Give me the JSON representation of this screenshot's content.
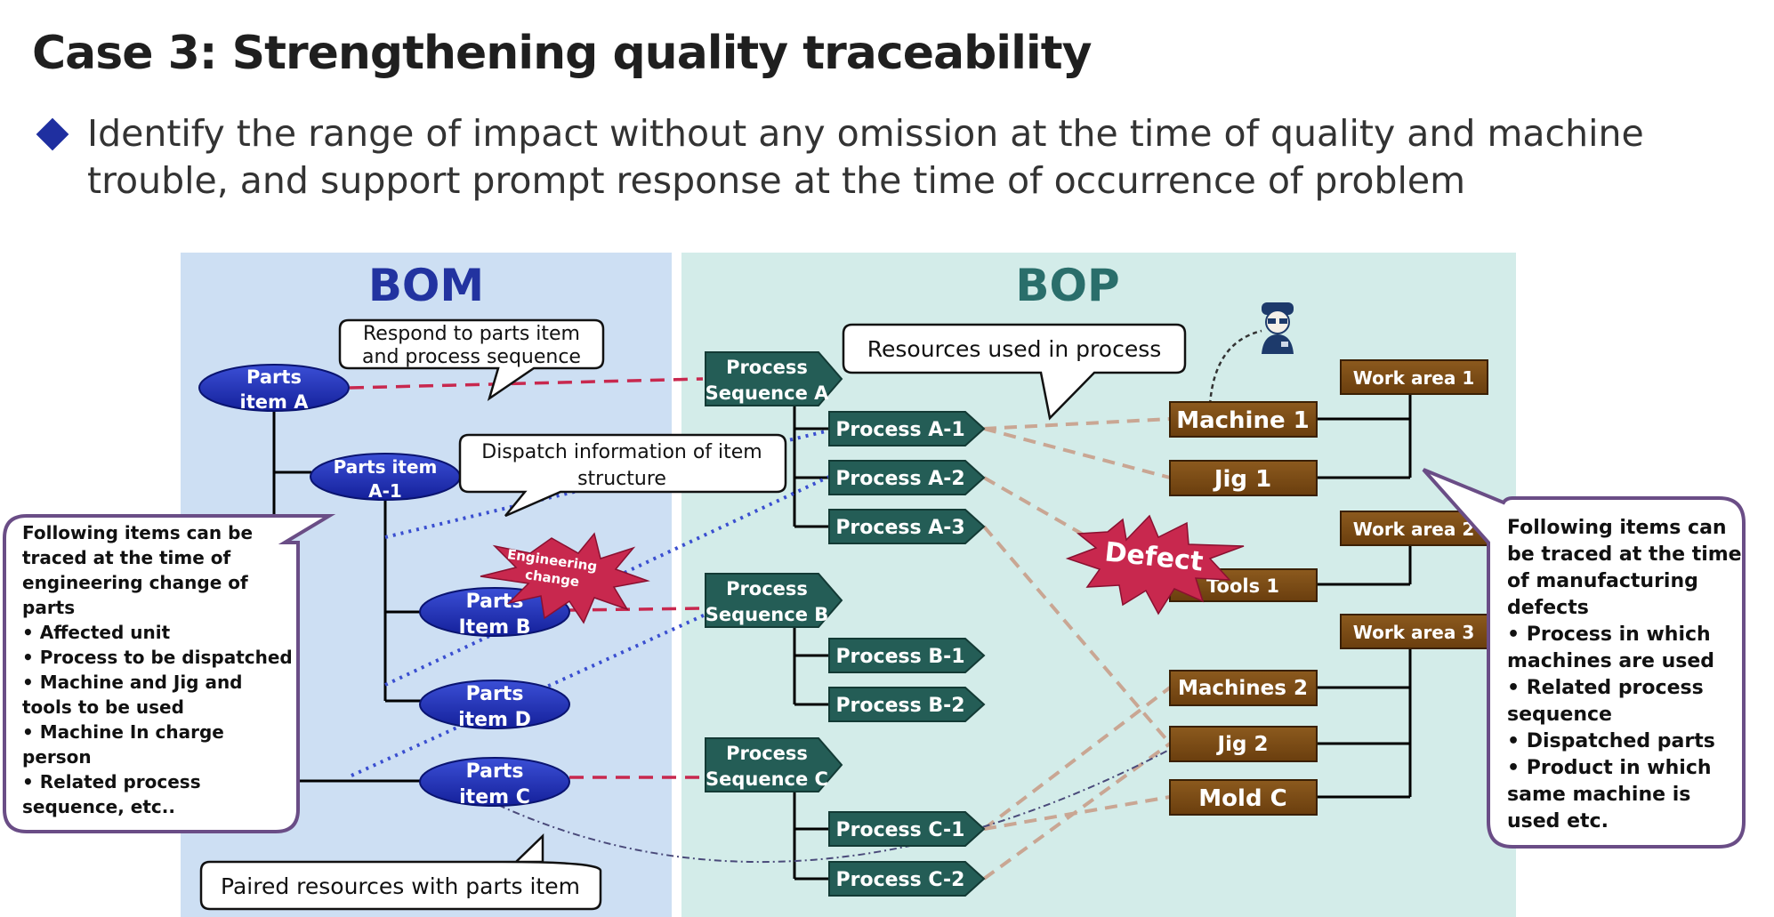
{
  "title": {
    "lead": "Case 3: ",
    "main": "Strengthening quality traceability"
  },
  "bullet": "Identify the range of impact without any omission at the time of quality and machine trouble, and support prompt response at the time of occurrence of problem",
  "bom": {
    "title": "BOM",
    "parts": {
      "a": [
        "Parts",
        "item A"
      ],
      "a1": [
        "Parts item",
        "A-1"
      ],
      "b": [
        "Parts",
        "Item B"
      ],
      "d": [
        "Parts",
        "item D"
      ],
      "c": [
        "Parts",
        "item C"
      ]
    },
    "engineering_change": [
      "Engineering",
      "change"
    ]
  },
  "bop": {
    "title": "BOP",
    "sequences": {
      "a": [
        "Process",
        "Sequence A"
      ],
      "b": [
        "Process",
        "Sequence B"
      ],
      "c": [
        "Process",
        "Sequence C"
      ]
    },
    "processes": {
      "a1": "Process A-1",
      "a2": "Process A-2",
      "a3": "Process A-3",
      "b1": "Process B-1",
      "b2": "Process B-2",
      "c1": "Process C-1",
      "c2": "Process C-2"
    },
    "resources": {
      "machine1": "Machine 1",
      "jig1": "Jig 1",
      "tools1": "Tools 1",
      "machines2": "Machines 2",
      "jig2": "Jig 2",
      "moldc": "Mold C"
    },
    "work_areas": {
      "w1": "Work area 1",
      "w2": "Work area 2",
      "w3": "Work area 3"
    },
    "defect": "Defect"
  },
  "callouts": {
    "respond": [
      "Respond to parts item",
      "and process sequence"
    ],
    "resources": "Resources used in process",
    "dispatch": [
      "Dispatch information of item",
      "structure"
    ],
    "paired": "Paired resources with parts item"
  },
  "left_box": {
    "lines": [
      "Following items can be",
      "traced at the time of",
      "engineering change of",
      "parts",
      "• Affected unit",
      "• Process to be dispatched",
      "• Machine and Jig and",
      "   tools to be used",
      "• Machine In charge",
      "   person",
      "• Related process",
      "   sequence, etc.."
    ]
  },
  "right_box": {
    "lines": [
      "Following items can",
      "be traced at the time",
      "of manufacturing",
      "defects",
      "• Process in which",
      "   machines are used",
      "• Related process",
      "   sequence",
      "• Dispatched parts",
      "• Product in which",
      "   same  machine is",
      "   used etc."
    ]
  },
  "colors": {
    "bom_panel": "#cddff3",
    "bop_panel": "#d3ece9",
    "parts_ellipse": "#1e2fb0",
    "process_green": "#245d56",
    "resource_brown": "#7a4a14",
    "defect_red": "#c8284e",
    "callout_border": "#6a4d86"
  },
  "icons": [
    "operator-icon",
    "bullet-diamond-icon",
    "defect-starburst-icon",
    "engineering-change-starburst-icon"
  ]
}
